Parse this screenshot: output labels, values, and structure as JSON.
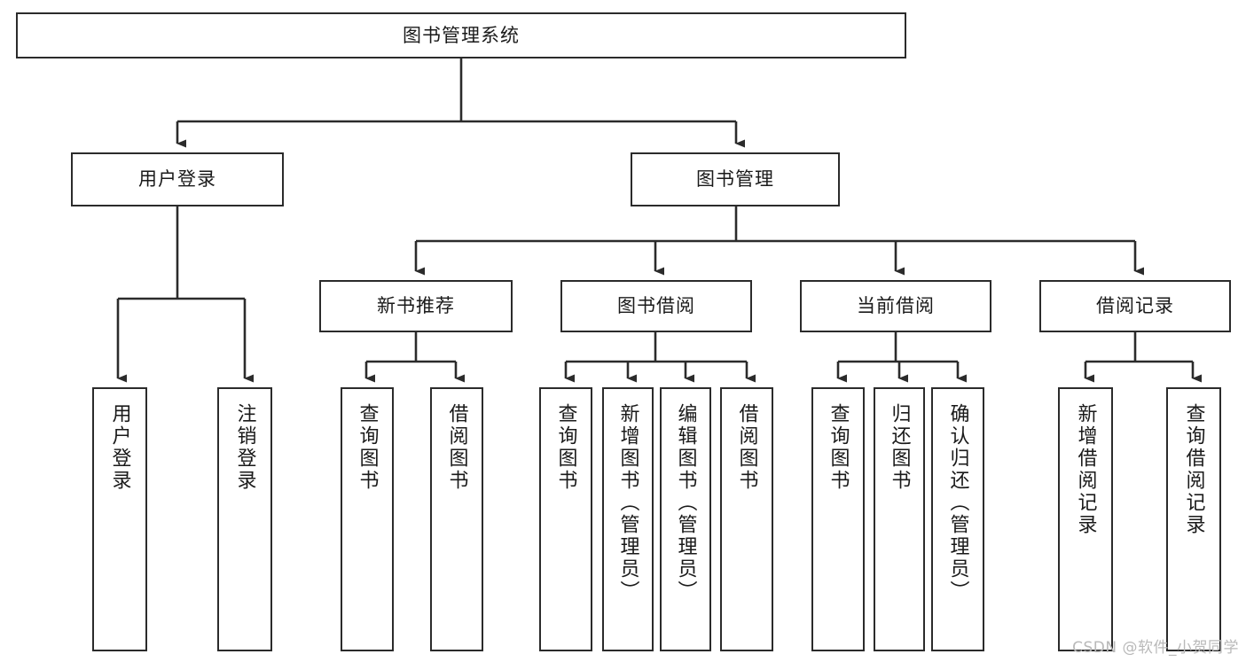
{
  "diagram": {
    "title": "图书管理系统",
    "watermark": "CSDN @软件_小贺同学",
    "colors": {
      "background": "#ffffff",
      "node_fill": "#ffffff",
      "node_border": "#2b2b2b",
      "edge": "#2b2b2b",
      "text": "#1a1a1a",
      "watermark": "#b9b9b9"
    },
    "root": {
      "label": "图书管理系统"
    },
    "level2": [
      {
        "label": "用户登录"
      },
      {
        "label": "图书管理"
      }
    ],
    "level3": [
      {
        "label": "新书推荐"
      },
      {
        "label": "图书借阅"
      },
      {
        "label": "当前借阅"
      },
      {
        "label": "借阅记录"
      }
    ],
    "leaves": {
      "user_login": [
        {
          "label": "用户登录"
        },
        {
          "label": "注销登录"
        }
      ],
      "new_book": [
        {
          "label": "查询图书"
        },
        {
          "label": "借阅图书"
        }
      ],
      "book_borrow": [
        {
          "label": "查询图书"
        },
        {
          "label": "新增图书（管理员）"
        },
        {
          "label": "编辑图书（管理员）"
        },
        {
          "label": "借阅图书"
        }
      ],
      "current_borrow": [
        {
          "label": "查询图书"
        },
        {
          "label": "归还图书"
        },
        {
          "label": "确认归还（管理员）"
        }
      ],
      "borrow_record": [
        {
          "label": "新增借阅记录"
        },
        {
          "label": "查询借阅记录"
        }
      ]
    }
  }
}
